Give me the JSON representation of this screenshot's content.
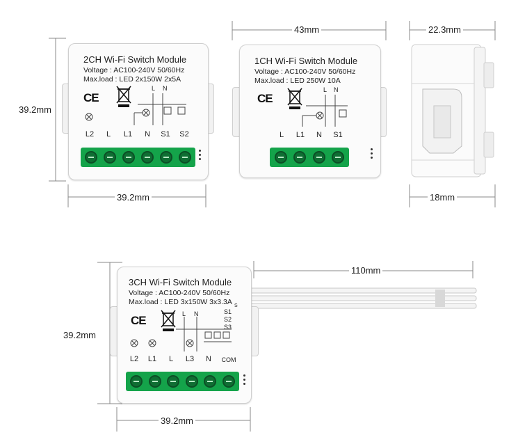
{
  "dimensions": {
    "top_depth": "43mm",
    "side_depth": "22.3mm",
    "side_base": "18mm",
    "two_ch_height": "39.2mm",
    "two_ch_width": "39.2mm",
    "three_ch_height": "39.2mm",
    "three_ch_width": "39.2mm",
    "wire_length": "110mm"
  },
  "modules": {
    "two_ch": {
      "title": "2CH Wi-Fi Switch Module",
      "voltage": "Voltage : AC100-240V 50/60Hz",
      "maxload": "Max.load : LED 2x150W 2x5A",
      "ce": "CE",
      "wire_labels": [
        "L",
        "N"
      ],
      "terminals": [
        "L2",
        "L",
        "L1",
        "N",
        "S1",
        "S2"
      ]
    },
    "one_ch": {
      "title": "1CH Wi-Fi Switch Module",
      "voltage": "Voltage : AC100-240V 50/60Hz",
      "maxload": "Max.load : LED 250W 10A",
      "ce": "CE",
      "wire_labels": [
        "L",
        "N"
      ],
      "terminals": [
        "L",
        "L1",
        "N",
        "S1"
      ]
    },
    "three_ch": {
      "title": "3CH Wi-Fi Switch Module",
      "voltage": "Voltage : AC100-240V 50/60Hz",
      "maxload": "Max.load : LED 3x150W 3x3.3A",
      "ce": "CE",
      "wire_labels": [
        "L",
        "N"
      ],
      "s_labels": [
        "S1",
        "S2",
        "S3"
      ],
      "s_mark": "S",
      "terminals": [
        "L2",
        "L1",
        "L",
        "L3",
        "N",
        "COM"
      ]
    }
  },
  "colors": {
    "terminal_green": "#14a34a",
    "screw_dark": "#0f6e33",
    "body_white": "#fbfbfb"
  }
}
